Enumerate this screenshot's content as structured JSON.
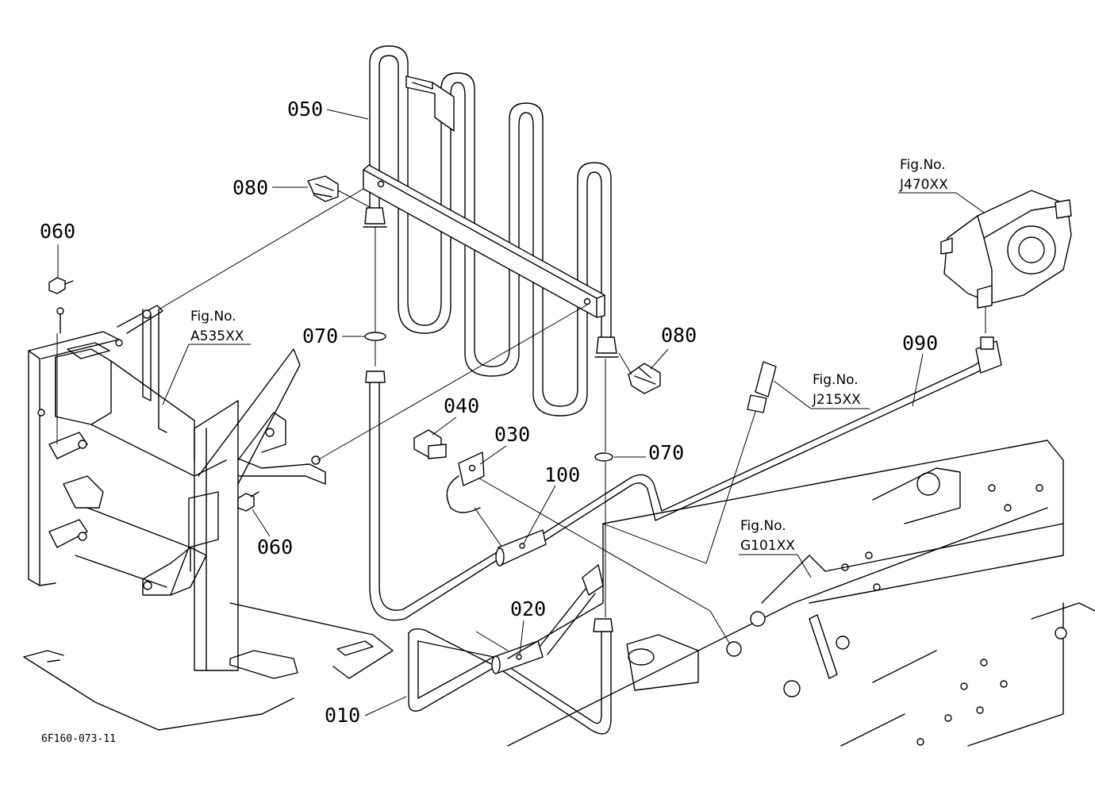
{
  "diagram": {
    "part_labels": [
      {
        "id": "p010",
        "text": "010"
      },
      {
        "id": "p020",
        "text": "020"
      },
      {
        "id": "p030",
        "text": "030"
      },
      {
        "id": "p040",
        "text": "040"
      },
      {
        "id": "p050",
        "text": "050"
      },
      {
        "id": "p060a",
        "text": "060"
      },
      {
        "id": "p060b",
        "text": "060"
      },
      {
        "id": "p070a",
        "text": "070"
      },
      {
        "id": "p070b",
        "text": "070"
      },
      {
        "id": "p080a",
        "text": "080"
      },
      {
        "id": "p080b",
        "text": "080"
      },
      {
        "id": "p090",
        "text": "090"
      },
      {
        "id": "p100",
        "text": "100"
      }
    ],
    "figure_refs": [
      {
        "id": "a535",
        "title": "Fig.No.",
        "code": "A535XX"
      },
      {
        "id": "j470",
        "title": "Fig.No.",
        "code": "J470XX"
      },
      {
        "id": "j215",
        "title": "Fig.No.",
        "code": "J215XX"
      },
      {
        "id": "g101",
        "title": "Fig.No.",
        "code": "G101XX"
      }
    ],
    "drawing_code": "6F160-073-11"
  }
}
